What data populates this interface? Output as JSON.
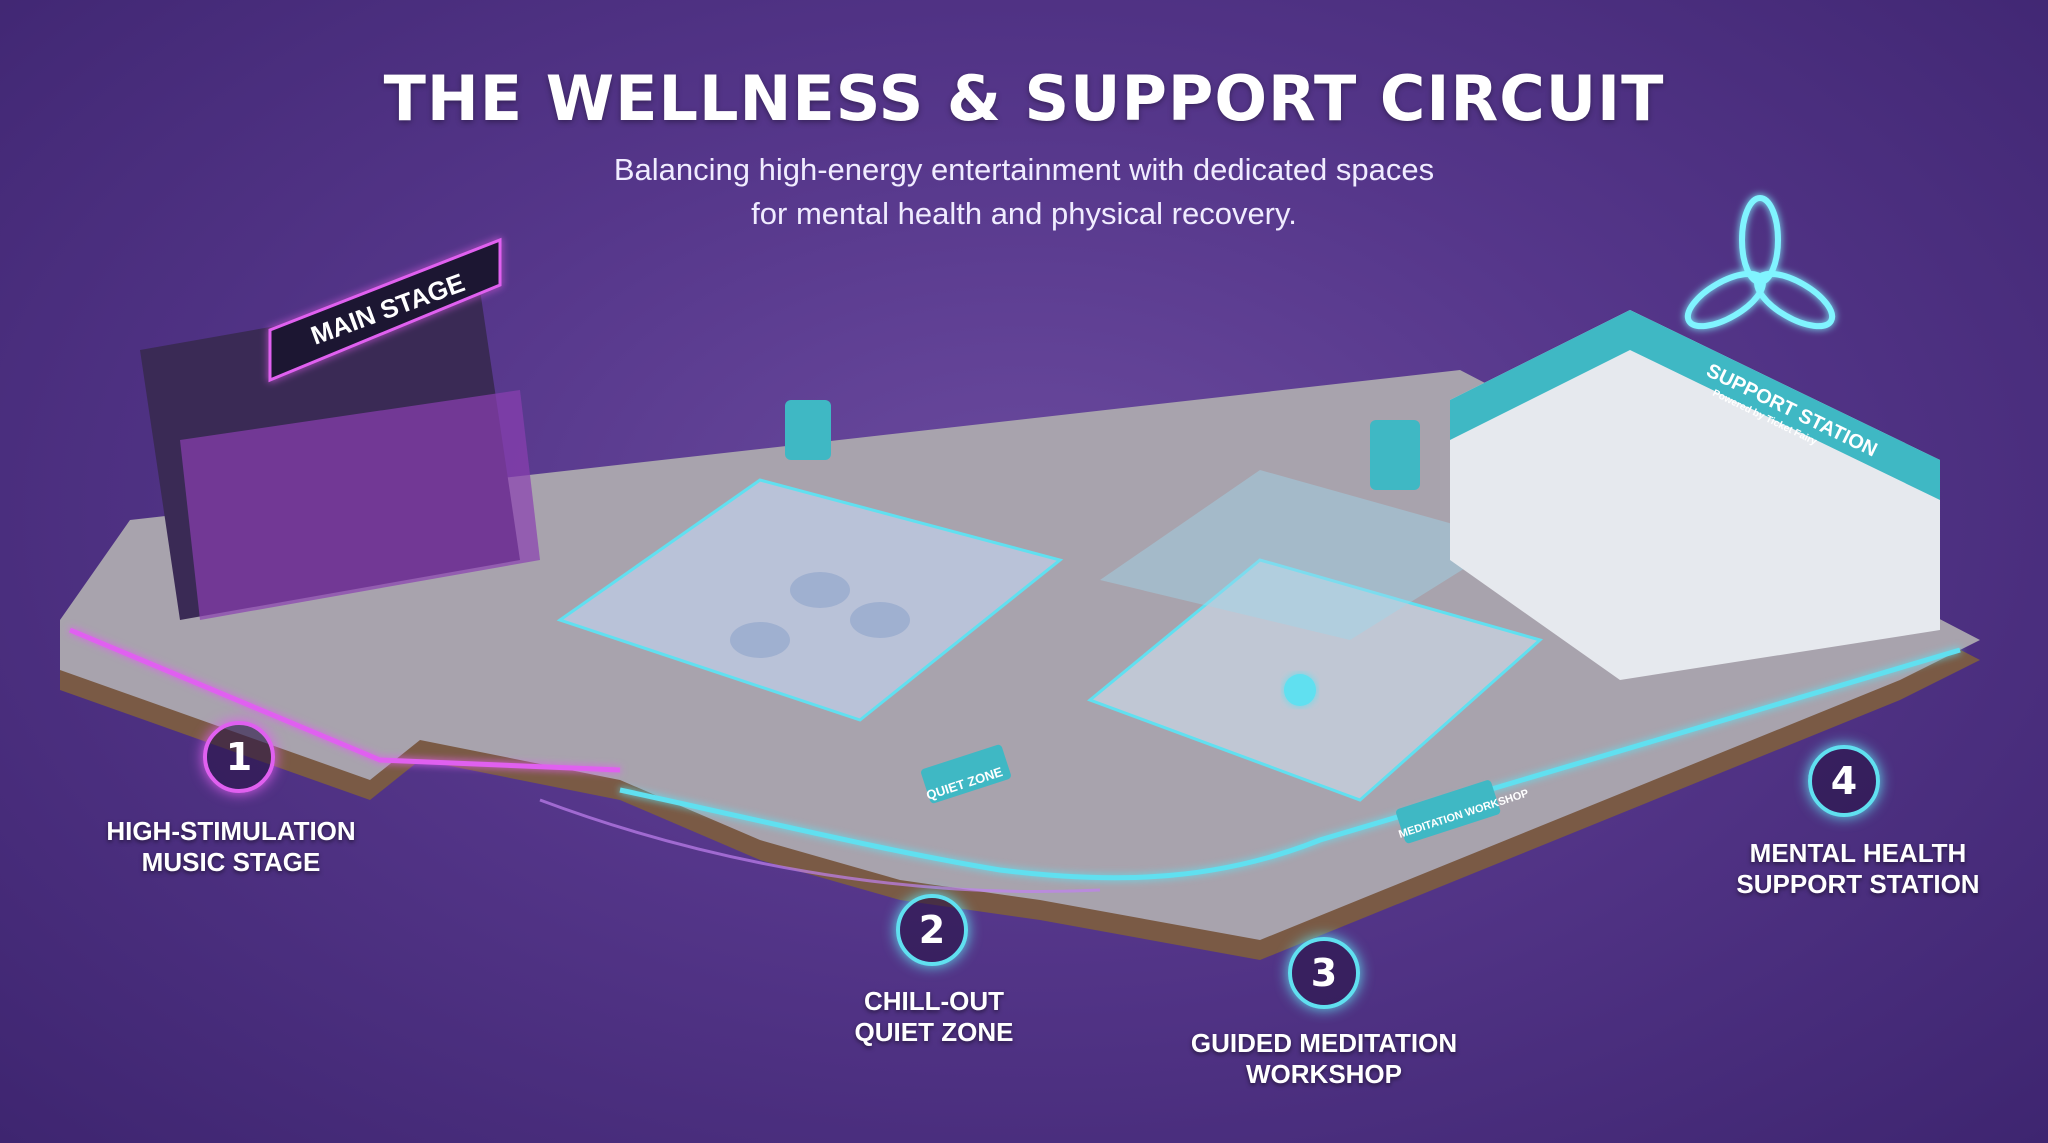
{
  "header": {
    "title": "THE WELLNESS & SUPPORT CIRCUIT",
    "subtitle_line1": "Balancing high-energy entertainment with dedicated spaces",
    "subtitle_line2": "for mental health and physical recovery."
  },
  "zones": [
    {
      "number": "1",
      "label_line1": "HIGH-STIMULATION",
      "label_line2": "MUSIC STAGE",
      "color": "#e060f0"
    },
    {
      "number": "2",
      "label_line1": "CHILL-OUT",
      "label_line2": "QUIET ZONE",
      "color": "#60e0f0"
    },
    {
      "number": "3",
      "label_line1": "GUIDED MEDITATION",
      "label_line2": "WORKSHOP",
      "color": "#60e0f0"
    },
    {
      "number": "4",
      "label_line1": "MENTAL HEALTH",
      "label_line2": "SUPPORT STATION",
      "color": "#60e0f0"
    }
  ],
  "signage": {
    "main_stage": "MAIN STAGE",
    "quiet_zone": "QUIET ZONE",
    "meditation": "MEDITATION WORKSHOP",
    "support_station": "SUPPORT STATION",
    "powered_by": "Powered by Ticket Fairy"
  },
  "colors": {
    "background": "#55368a",
    "pink_neon": "#e060f0",
    "cyan_neon": "#60e0f0",
    "teal_brand": "#3fb8c4"
  }
}
